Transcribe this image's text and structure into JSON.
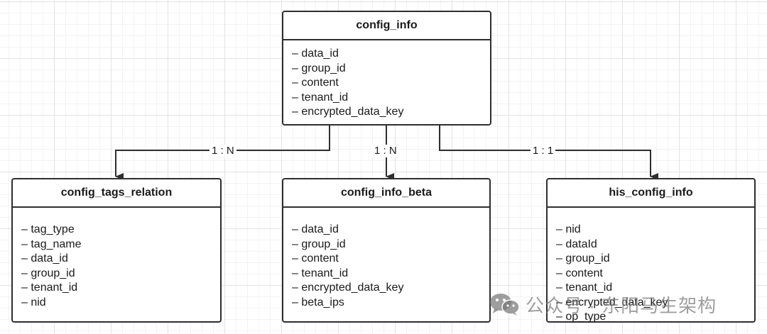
{
  "entities": {
    "config_info": {
      "title": "config_info",
      "fields": [
        "data_id",
        "group_id",
        "content",
        "tenant_id",
        "encrypted_data_key"
      ]
    },
    "config_tags_relation": {
      "title": "config_tags_relation",
      "fields": [
        "tag_type",
        "tag_name",
        "data_id",
        "group_id",
        "tenant_id",
        "nid"
      ]
    },
    "config_info_beta": {
      "title": "config_info_beta",
      "fields": [
        "data_id",
        "group_id",
        "content",
        "tenant_id",
        "encrypted_data_key",
        "beta_ips"
      ]
    },
    "his_config_info": {
      "title": "his_config_info",
      "fields": [
        "nid",
        "dataId",
        "group_id",
        "content",
        "tenant_id",
        "encrypted_data_key",
        "op_type"
      ]
    }
  },
  "relations": [
    {
      "from": "config_info",
      "to": "config_tags_relation",
      "label": "1 : N"
    },
    {
      "from": "config_info",
      "to": "config_info_beta",
      "label": "1 : N"
    },
    {
      "from": "config_info",
      "to": "his_config_info",
      "label": "1 : 1"
    }
  ],
  "watermark": {
    "text": "公众号 · 东阳马生架构",
    "logo_icon": "wechat-logo-icon"
  },
  "colors": {
    "line": "#2e2e2e",
    "grid": "#e3e3e3",
    "watermark": "#7a7a7a"
  }
}
